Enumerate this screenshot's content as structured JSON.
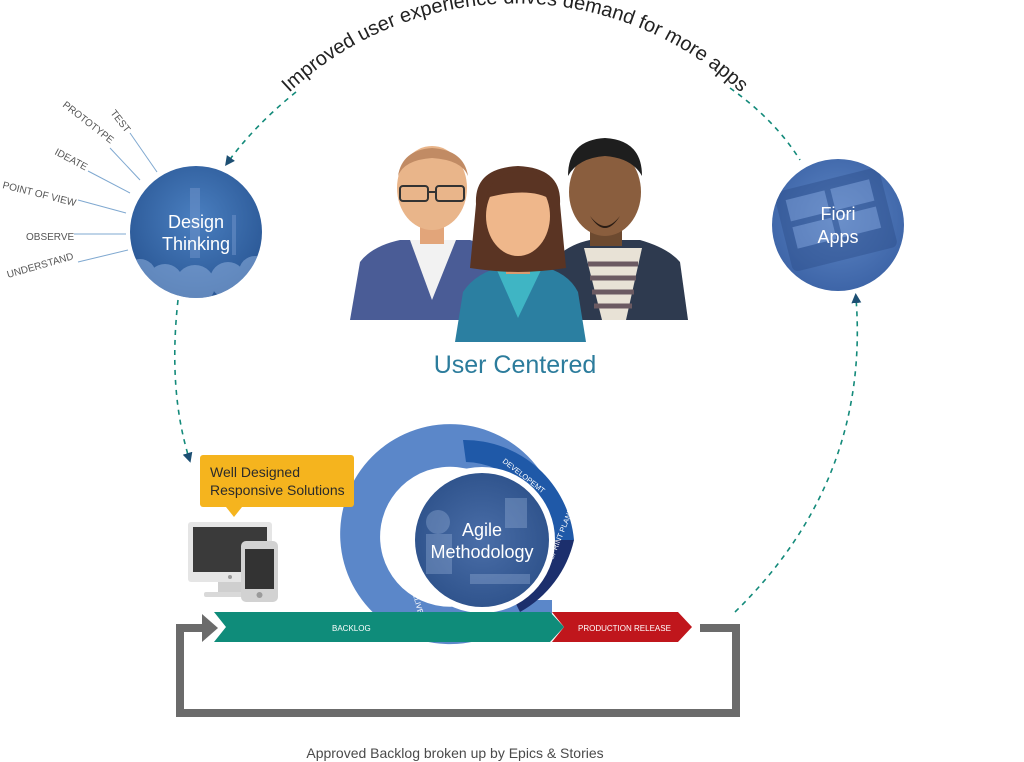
{
  "top_arc_text": "Improved user experience drives demand for more apps",
  "design_thinking": {
    "label_line1": "Design",
    "label_line2": "Thinking",
    "steps": [
      "TEST",
      "PROTOTYPE",
      "IDEATE",
      "POINT OF VIEW",
      "OBSERVE",
      "UNDERSTAND"
    ]
  },
  "fiori": {
    "label_line1": "Fiori",
    "label_line2": "Apps"
  },
  "user_centered": "User Centered",
  "callout": {
    "line1": "Well Designed",
    "line2": "Responsive Solutions"
  },
  "agile": {
    "label_line1": "Agile",
    "label_line2": "Methodology",
    "ring_segments": [
      "DEVELOPEMT",
      "SPRINT PLANNING",
      "RELEASE PLANNING & DELIVERY"
    ]
  },
  "flow": {
    "backlog": "BACKLOG",
    "production_release": "PRODUCTION RELEASE"
  },
  "footer_caption": "Approved Backlog broken up by Epics & Stories",
  "colors": {
    "dark_blue": "#2d5a9a",
    "teal": "#0f8c7a",
    "red": "#c0161c",
    "amber": "#f5b41e",
    "gray": "#666666",
    "text_blue": "#2c7c9c"
  }
}
